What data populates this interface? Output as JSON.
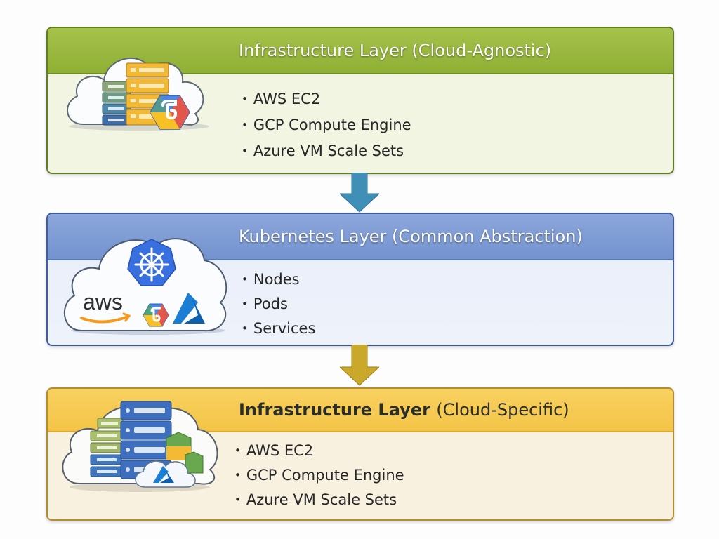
{
  "diagram": {
    "layers": [
      {
        "id": "infrastructure-cloud-agnostic",
        "title_main": "Infrastructure Layer",
        "title_sub": "(Cloud-Agnostic)",
        "header_color": "#9ab83e",
        "body_color": "#f3f5e3",
        "icon": "cloud-server-stack-gcp-icon",
        "items": [
          "AWS EC2",
          "GCP Compute Engine",
          "Azure VM Scale Sets"
        ]
      },
      {
        "id": "kubernetes-common-abstraction",
        "title_main": "Kubernetes Layer",
        "title_sub": "(Common Abstraction)",
        "header_color": "#809dd5",
        "body_color": "#eaf0fa",
        "icon": "cloud-kubernetes-aws-gcp-azure-icon",
        "logos": [
          "kubernetes",
          "aws",
          "gcp",
          "azure"
        ],
        "logo_text_aws": "aws",
        "items": [
          "Nodes",
          "Pods",
          "Services"
        ]
      },
      {
        "id": "infrastructure-cloud-specific",
        "title_main": "Infrastructure Layer",
        "title_sub": "(Cloud-Specific)",
        "header_color": "#f6ca52",
        "body_color": "#f9f1df",
        "icon": "cloud-server-stack-azure-icon",
        "items": [
          "AWS EC2",
          "GCP Compute Engine",
          "Azure VM Scale Sets"
        ]
      }
    ],
    "arrows": [
      {
        "from": "infrastructure-cloud-agnostic",
        "to": "kubernetes-common-abstraction",
        "color": "#3f8fb6"
      },
      {
        "from": "kubernetes-common-abstraction",
        "to": "infrastructure-cloud-specific",
        "color": "#c9a82a"
      }
    ],
    "bullet": "•"
  }
}
